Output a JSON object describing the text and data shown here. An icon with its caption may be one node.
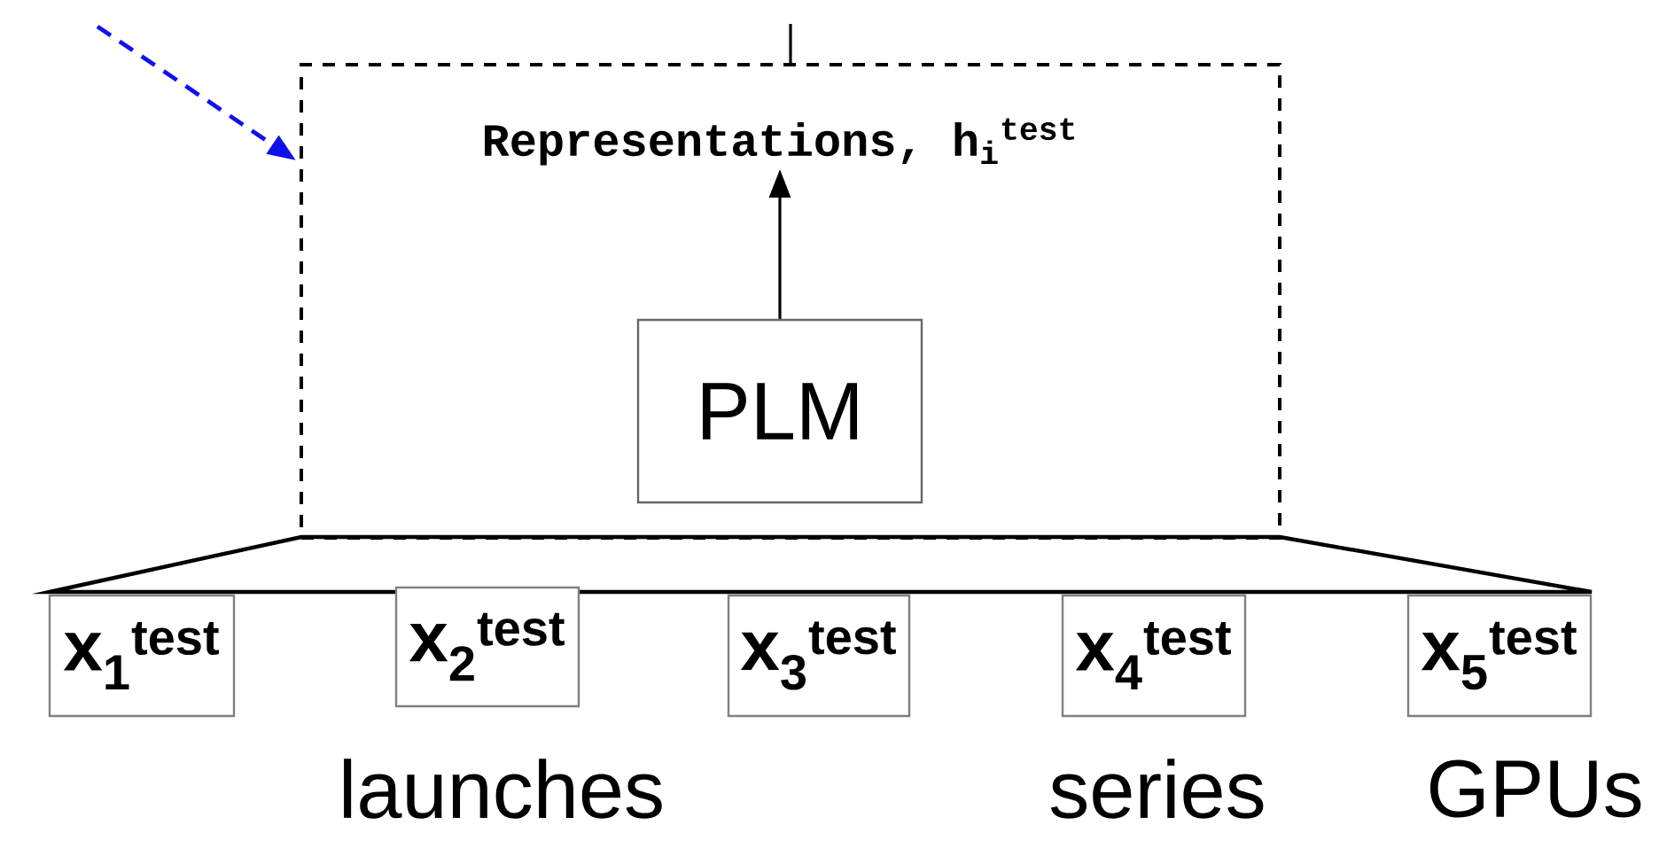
{
  "diagram": {
    "nodes": [
      {
        "text": [],
        "shape": "box"
      },
      {
        "text": [
          "Representations, h$_{i}$$^{test}$"
        ],
        "in": 0
      },
      {
        "text": [
          "PLM"
        ],
        "in": 0
      },
      {
        "text": [
          "x$_{1}$$^{test}$"
        ]
      },
      {
        "text": [
          "x$_{2}$$^{test}$"
        ]
      },
      {
        "text": [
          "x$_{3}$$^{test}$"
        ]
      },
      {
        "text": [
          "x$_{4}$$^{test}$"
        ]
      },
      {
        "text": [
          "x$_{5}$$^{test}$"
        ]
      }
    ],
    "edges": [
      {
        "from": 2,
        "to": 1,
        "arrow": "to"
      },
      {
        "from": null,
        "to": 0,
        "arrow": "to",
        "style": "dashed",
        "color": "#1010ee"
      },
      {
        "from": 0,
        "to": null,
        "arrow": "none"
      }
    ],
    "labels": [
      "launches",
      "series",
      "GPUs"
    ]
  }
}
